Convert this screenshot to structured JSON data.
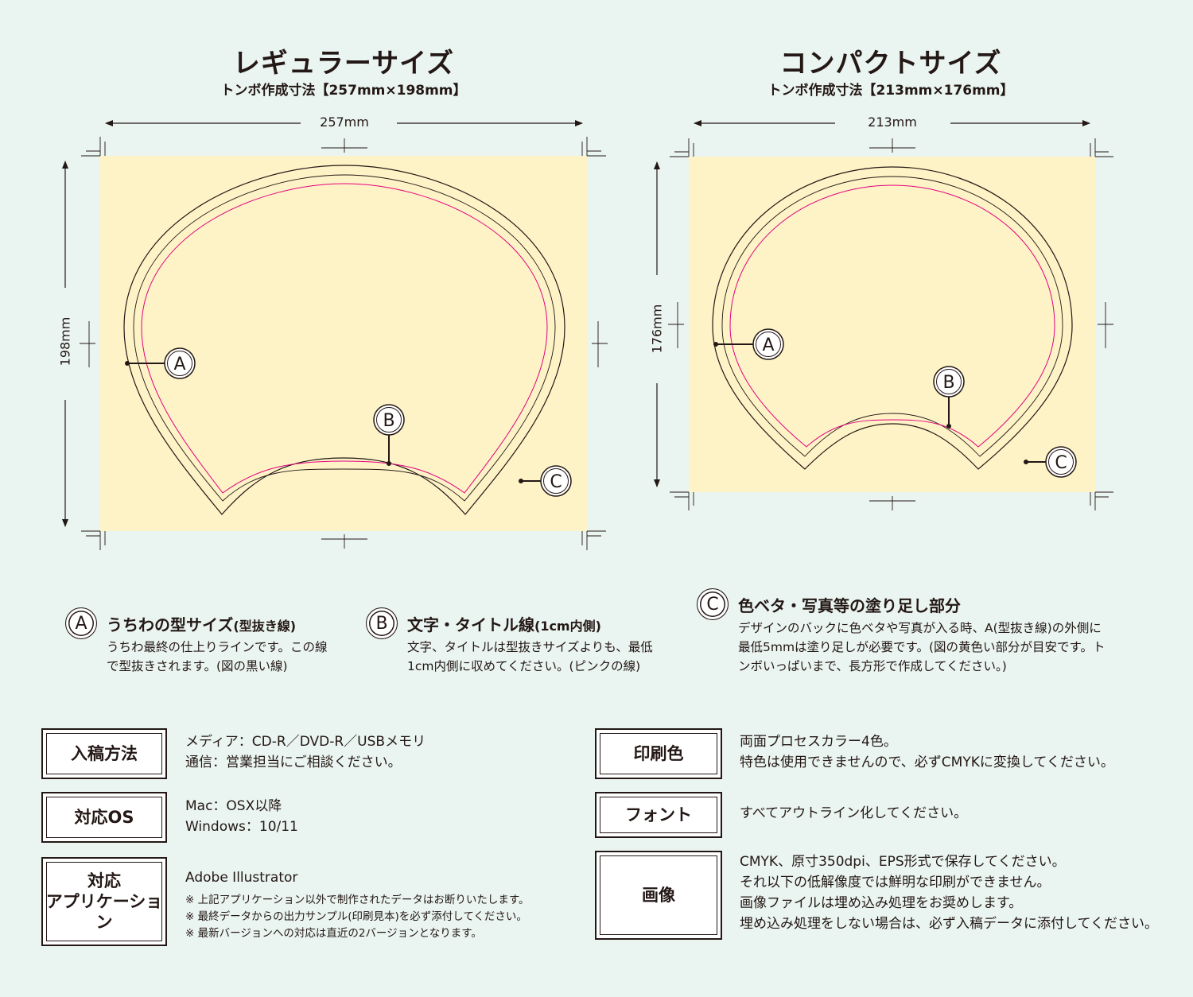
{
  "regular": {
    "title": "レギュラーサイズ",
    "subtitle": "トンボ作成寸法【257mm×198mm】",
    "width_label": "257mm",
    "height_label": "198mm"
  },
  "compact": {
    "title": "コンパクトサイズ",
    "subtitle": "トンボ作成寸法【213mm×176mm】",
    "width_label": "213mm",
    "height_label": "176mm"
  },
  "markers": {
    "a": "A",
    "b": "B",
    "c": "C"
  },
  "colors": {
    "background": "#eaf4f1",
    "bleed_area": "#fdf3c6",
    "cut_line": "#231815",
    "text_safe_line": "#e4007f"
  },
  "legend": {
    "a": {
      "letter": "A",
      "title": "うちわの型サイズ",
      "title_small": "(型抜き線)",
      "desc": [
        "うちわ最終の仕上りラインです。この線",
        "で型抜きされます。(図の黒い線)"
      ]
    },
    "b": {
      "letter": "B",
      "title": "文字・タイトル線",
      "title_small": "(1cm内側)",
      "desc": [
        "文字、タイトルは型抜きサイズよりも、最低",
        "1cm内側に収めてください。(ピンクの線)"
      ]
    },
    "c": {
      "letter": "C",
      "title": "色ベタ・写真等の塗り足し部分",
      "desc": [
        "デザインのバックに色ベタや写真が入る時、A(型抜き線)の外側に",
        "最低5mmは塗り足しが必要です。(図の黄色い部分が目安です。ト",
        "ンボいっぱいまで、長方形で作成してください。)"
      ]
    }
  },
  "specs": {
    "submission": {
      "label": "入稿方法",
      "lines": [
        "メディア：CD-R／DVD-R／USBメモリ",
        "通信：営業担当にご相談ください。"
      ]
    },
    "os": {
      "label": "対応OS",
      "lines": [
        "Mac：OSX以降",
        "Windows：10/11"
      ]
    },
    "app": {
      "label_line1": "対応",
      "label_line2": "アプリケーション",
      "main": "Adobe Illustrator",
      "notes": [
        "※ 上記アプリケーション以外で制作されたデータはお断りいたします。",
        "※ 最終データからの出力サンプル(印刷見本)を必ず添付してください。",
        "※ 最新バージョンへの対応は直近の2バージョンとなります。"
      ]
    },
    "print_color": {
      "label": "印刷色",
      "lines": [
        "両面プロセスカラー4色。",
        "特色は使用できませんので、必ずCMYKに変換してください。"
      ]
    },
    "font": {
      "label": "フォント",
      "lines": [
        "すべてアウトライン化してください。"
      ]
    },
    "image": {
      "label": "画像",
      "lines": [
        "CMYK、原寸350dpi、EPS形式で保存してください。",
        "それ以下の低解像度では鮮明な印刷ができません。",
        "画像ファイルは埋め込み処理をお奨めします。",
        "埋め込み処理をしない場合は、必ず入稿データに添付してください。"
      ]
    }
  }
}
